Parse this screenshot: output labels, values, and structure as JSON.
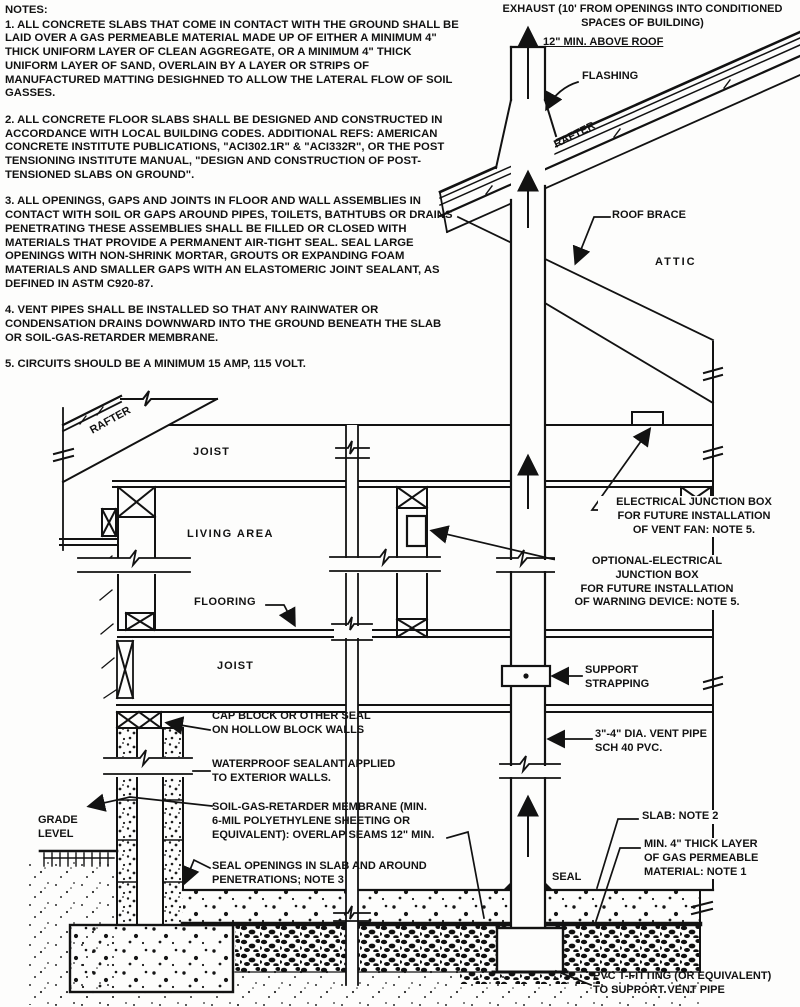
{
  "colors": {
    "ink": "#121212",
    "paper": "#fdfdfc"
  },
  "notes": {
    "heading": "NOTES:",
    "items": [
      "1.  ALL CONCRETE SLABS THAT COME IN CONTACT WITH THE GROUND SHALL BE LAID OVER A GAS PERMEABLE MATERIAL MADE UP OF EITHER A MINIMUM 4\" THICK UNIFORM LAYER OF CLEAN AGGREGATE, OR A MINIMUM 4\" THICK UNIFORM LAYER OF SAND, OVERLAIN BY A LAYER OR STRIPS OF MANUFACTURED MATTING DESIGHNED TO ALLOW THE LATERAL FLOW OF SOIL GASSES.",
      "2.  ALL CONCRETE FLOOR SLABS SHALL BE DESIGNED AND CONSTRUCTED IN ACCORDANCE WITH LOCAL BUILDING CODES. ADDITIONAL REFS: AMERICAN CONCRETE INSTITUTE PUBLICATIONS, \"ACI302.1R\" & \"ACI332R\", OR THE POST TENSIONING INSTITUTE MANUAL, \"DESIGN AND CONSTRUCTION OF POST-TENSIONED SLABS ON GROUND\".",
      "3. ALL OPENINGS, GAPS AND JOINTS IN FLOOR AND WALL ASSEMBLIES IN CONTACT WITH SOIL OR GAPS AROUND PIPES, TOILETS, BATHTUBS OR DRAINS PENETRATING THESE ASSEMBLIES SHALL BE FILLED OR CLOSED WITH MATERIALS THAT PROVIDE A PERMANENT AIR-TIGHT SEAL.  SEAL LARGE OPENINGS WITH NON-SHRINK MORTAR, GROUTS OR EXPANDING FOAM MATERIALS AND SMALLER GAPS WITH AN ELASTOMERIC JOINT SEALANT, AS DEFINED IN ASTM C920-87.",
      "4. VENT PIPES SHALL BE INSTALLED SO THAT ANY RAINWATER OR CONDENSATION DRAINS DOWNWARD INTO THE GROUND BENEATH THE SLAB OR SOIL-GAS-RETARDER MEMBRANE.",
      "5. CIRCUITS SHOULD BE A MINIMUM 15 AMP, 115 VOLT."
    ]
  },
  "labels": {
    "exhaust": "EXHAUST (10' FROM OPENINGS INTO CONDITIONED\nSPACES OF BUILDING)",
    "clearance": "12\" MIN. ABOVE ROOF",
    "flashing": "FLASHING",
    "rafter_main": "RAFTER",
    "rafter_left": "RAFTER",
    "roof_brace": "ROOF BRACE",
    "attic": "ATTIC",
    "joist_upper": "JOIST",
    "living_area": "LIVING  AREA",
    "flooring": "FLOORING",
    "joist_lower": "JOIST",
    "electrical_jbox": "ELECTRICAL  JUNCTION BOX\nFOR FUTURE INSTALLATION\nOF VENT FAN: NOTE 5.",
    "optional_jbox": "OPTIONAL-ELECTRICAL\nJUNCTION BOX\nFOR FUTURE INSTALLATION\nOF WARNING DEVICE: NOTE 5.",
    "support_strapping": "SUPPORT\nSTRAPPING",
    "vent_pipe": "3\"-4\" DIA. VENT PIPE\nSCH 40 PVC.",
    "cap_block": "CAP BLOCK OR OTHER SEAL\nON HOLLOW BLOCK WALLS",
    "waterproof": "WATERPROOF SEALANT APPLIED\nTO EXTERIOR WALLS.",
    "soil_gas_membrane": "SOIL-GAS-RETARDER MEMBRANE (MIN.\n6-MIL POLYETHYLENE SHEETING OR\nEQUIVALENT): OVERLAP SEAMS 12\" MIN.",
    "seal_openings": "SEAL OPENINGS IN SLAB AND AROUND\nPENETRATIONS; NOTE 3",
    "grade_level": "GRADE\nLEVEL",
    "seal": "SEAL",
    "slab": "SLAB: NOTE 2",
    "permeable": "MIN. 4\" THICK LAYER\nOF GAS PERMEABLE\nMATERIAL: NOTE 1",
    "pvc_tee": "PVC T-FITTING (OR EQUIVALENT)\nTO SUPPORT VENT PIPE"
  }
}
